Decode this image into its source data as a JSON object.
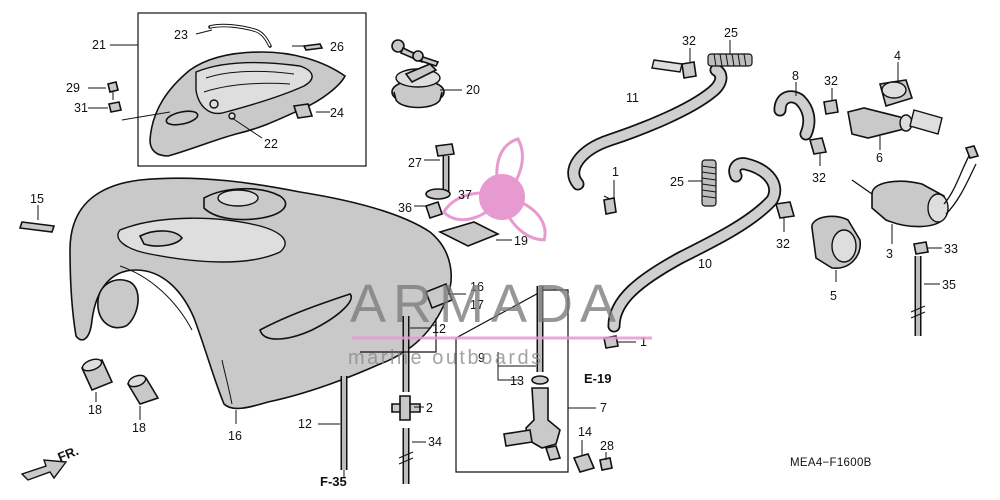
{
  "diagram": {
    "figure_code": "MEA4−F1600B",
    "refs": {
      "e19": "E-19",
      "f35": "F-35",
      "fr": "FR."
    },
    "watermark": {
      "brand": "ARMADA",
      "tagline": "marine outboards",
      "accent_color": "#e79ad0"
    },
    "callouts": {
      "c1a": "1",
      "c1b": "1",
      "c2": "2",
      "c3": "3",
      "c4": "4",
      "c5": "5",
      "c6": "6",
      "c7": "7",
      "c8": "8",
      "c9": "9",
      "c10": "10",
      "c11": "11",
      "c12a": "12",
      "c12b": "12",
      "c13": "13",
      "c14": "14",
      "c15": "15",
      "c16a": "16",
      "c16b": "16",
      "c17": "17",
      "c18a": "18",
      "c18b": "18",
      "c19": "19",
      "c20": "20",
      "c21": "21",
      "c22": "22",
      "c23": "23",
      "c24": "24",
      "c25a": "25",
      "c25b": "25",
      "c26": "26",
      "c27": "27",
      "c28": "28",
      "c29": "29",
      "c31": "31",
      "c32a": "32",
      "c32b": "32",
      "c32c": "32",
      "c32d": "32",
      "c33": "33",
      "c34": "34",
      "c35": "35",
      "c36": "36",
      "c37": "37"
    }
  }
}
